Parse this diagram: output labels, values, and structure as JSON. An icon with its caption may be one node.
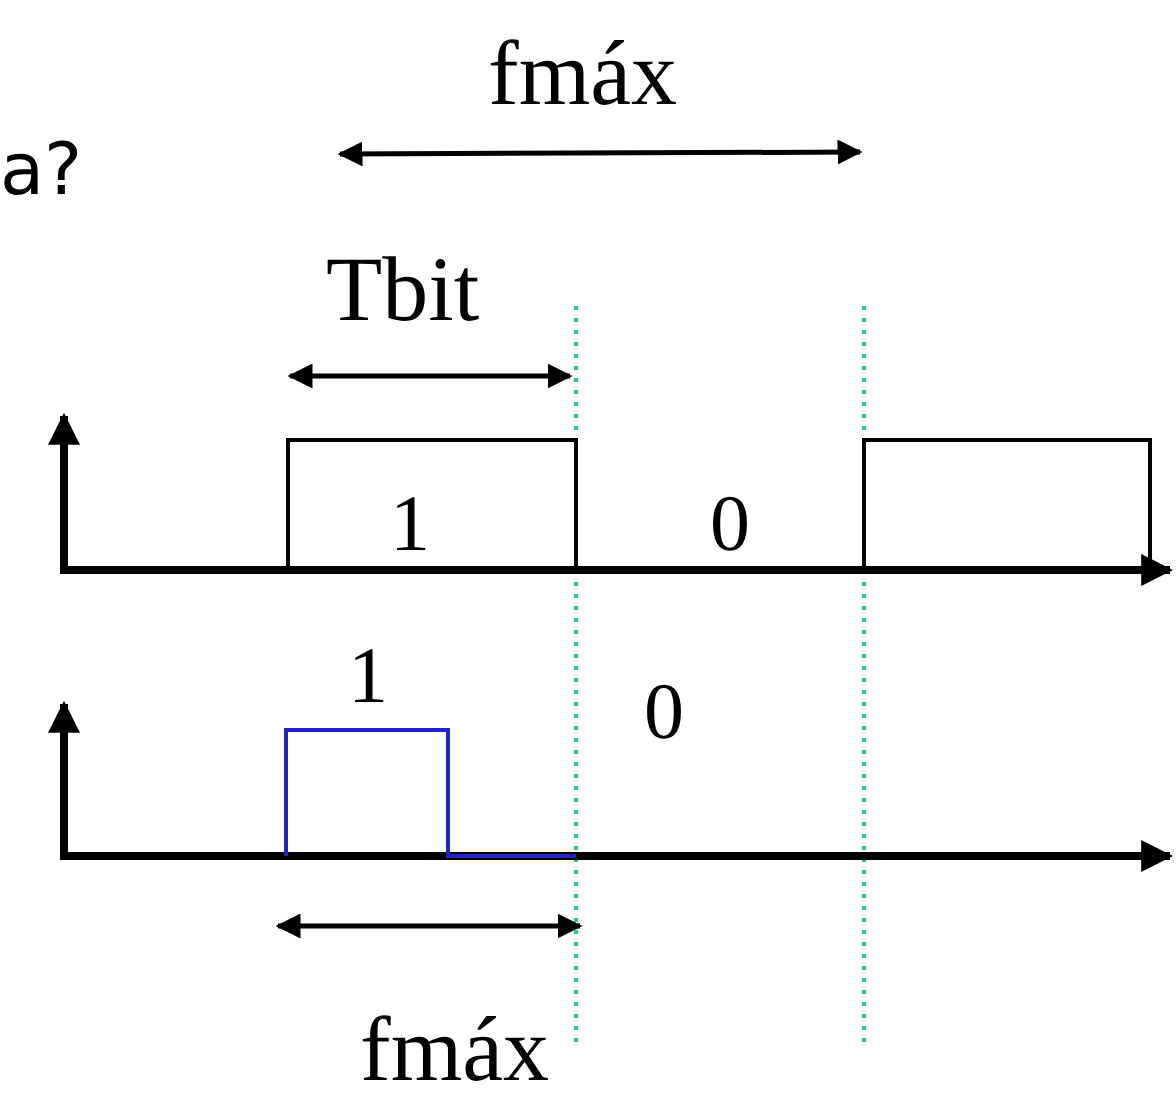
{
  "diagram": {
    "labels": [
      "fmáx",
      "a?",
      "Tbit",
      "1",
      "0",
      "1",
      "0",
      "fmáx"
    ]
  }
}
